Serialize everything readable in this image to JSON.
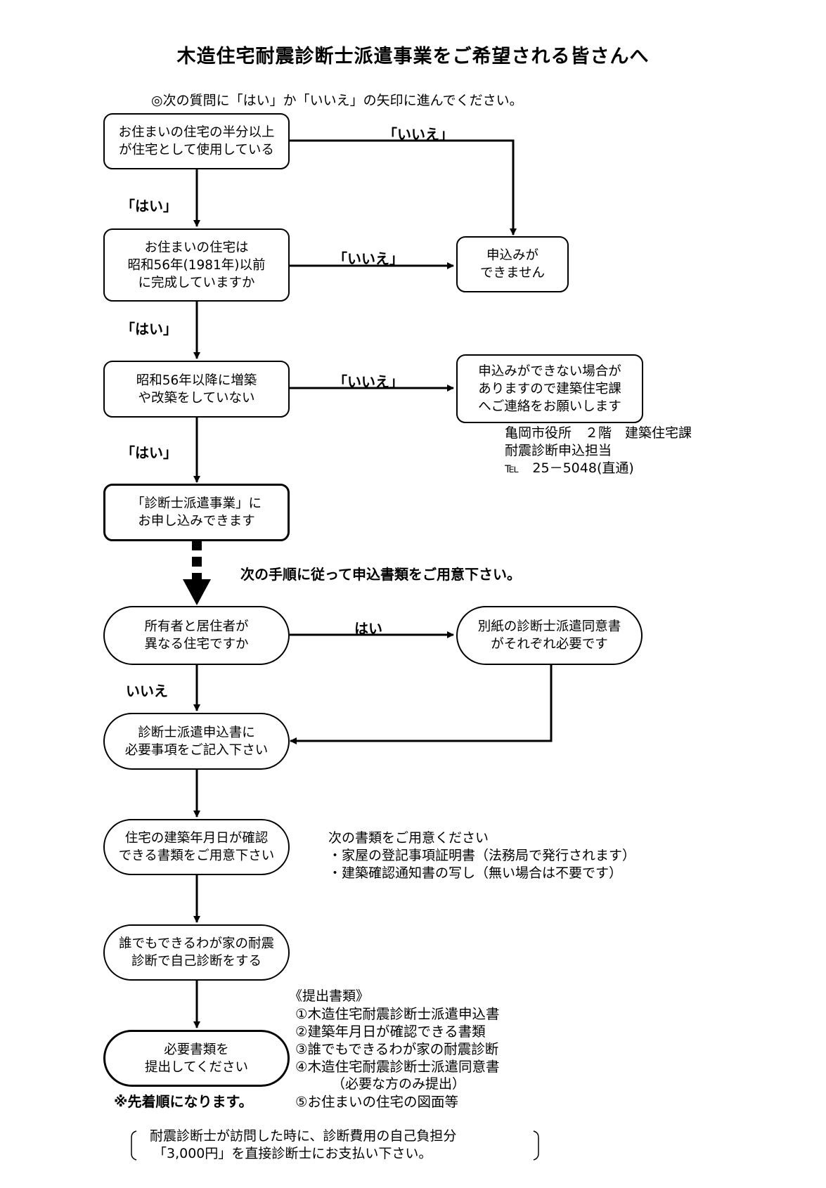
{
  "title": "木造住宅耐震診断士派遣事業をご希望される皆さんへ",
  "instruction": "◎次の質問に「はい」か「いいえ」の矢印に進んでください。",
  "questions": {
    "q1": "お住まいの住宅の半分以上\nが住宅として使用している",
    "q2": "お住まいの住宅は\n昭和56年(1981年)以前\nに完成していますか",
    "q3": "昭和56年以降に増築\nや改築をしていない",
    "result_ok": "「診断士派遣事業」に\nお申し込みできます",
    "result_no": "申込みが\nできません",
    "result_contact": "申込みができない場合が\nありますので建築住宅課\nへご連絡をお願いします"
  },
  "labels": {
    "yes_bracket": "「はい」",
    "no_bracket": "「いいえ」",
    "yes": "はい",
    "no": "いいえ"
  },
  "contact": {
    "office": "亀岡市役所　２階　建築住宅課",
    "dept": "耐震診断申込担当",
    "tel": "℡　25－5048(直通)"
  },
  "next_steps": "次の手順に従って申込書類をご用意下さい。",
  "steps": {
    "s1": "所有者と居住者が\n異なる住宅ですか",
    "s1_side": "別紙の診断士派遣同意書\nがそれぞれ必要です",
    "s2": "診断士派遣申込書に\n必要事項をご記入下さい",
    "s3": "住宅の建築年月日が確認\nできる書類をご用意下さい",
    "s4": "誰でもできるわが家の耐震\n診断で自己診断をする",
    "s5": "必要書類を\n提出してください"
  },
  "documents_note": {
    "heading": "次の書類をご用意ください",
    "items": [
      "・家屋の登記事項証明書（法務局で発行されます）",
      "・建築確認通知書の写し（無い場合は不要です）"
    ]
  },
  "submission": {
    "heading": "《提出書類》",
    "items": [
      "①木造住宅耐震診断士派遣申込書",
      "②建築年月日が確認できる書類",
      "③誰でもできるわが家の耐震診断",
      "④木造住宅耐震診断士派遣同意書",
      "（必要な方のみ提出）",
      "⑤お住まいの住宅の図面等"
    ]
  },
  "first_come": "※先着順になります。",
  "fee_note": {
    "line1": "耐震診断士が訪問した時に、診断費用の自己負担分",
    "line2": "「3,000円」を直接診断士にお支払い下さい。"
  }
}
